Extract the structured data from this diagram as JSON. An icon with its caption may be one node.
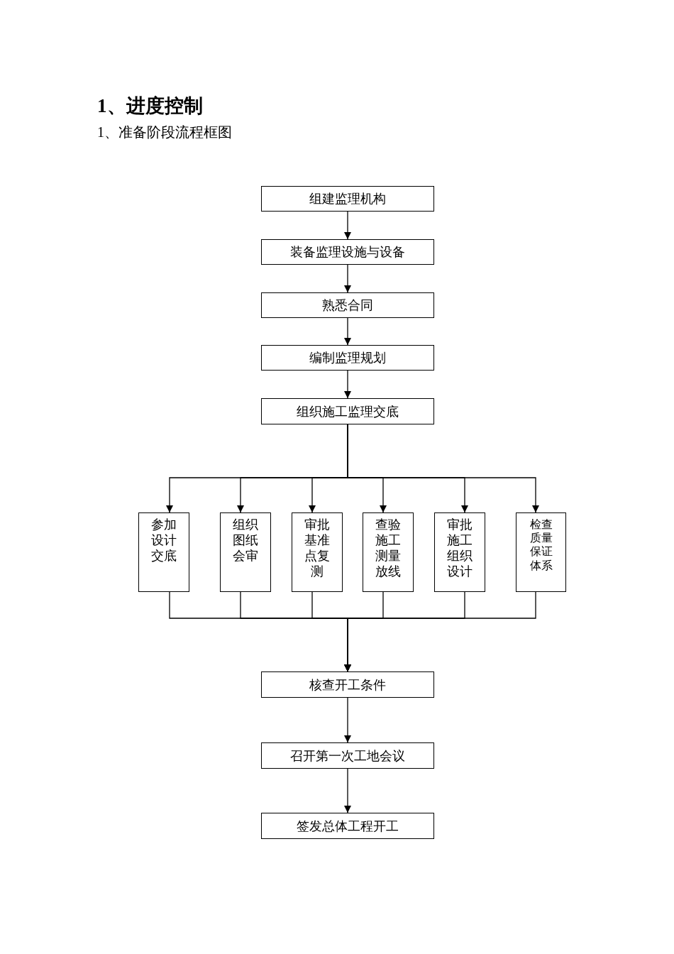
{
  "diagram": {
    "title": "1、进度控制",
    "nodes": [
      {
        "text": [
          "组建监理机构"
        ]
      },
      {
        "text": [
          "装备监理设施与设备"
        ]
      },
      {
        "text": [
          "熟悉合同"
        ]
      },
      {
        "text": [
          "编制监理规划"
        ]
      },
      {
        "text": [
          "组织施工监理交底"
        ]
      },
      {
        "text": [
          "参加设计交底"
        ]
      },
      {
        "text": [
          "组织图纸会审"
        ]
      },
      {
        "text": [
          "审批基准点复测"
        ]
      },
      {
        "text": [
          "查验施工测量放线"
        ]
      },
      {
        "text": [
          "审批施工组织设计"
        ]
      },
      {
        "text": [
          "检查质量保证体系"
        ]
      },
      {
        "text": [
          "核查开工条件"
        ]
      },
      {
        "text": [
          "召开第一次工地会议"
        ]
      },
      {
        "text": [
          "签发总体工程开工"
        ]
      }
    ],
    "edges": [
      {
        "from": 0,
        "to": 1,
        "arrow": "to"
      },
      {
        "from": 1,
        "to": 2,
        "arrow": "to"
      },
      {
        "from": 2,
        "to": 3,
        "arrow": "to"
      },
      {
        "from": 3,
        "to": 4,
        "arrow": "to"
      },
      {
        "from": 4,
        "to": 5,
        "arrow": "to"
      },
      {
        "from": 4,
        "to": 6,
        "arrow": "to"
      },
      {
        "from": 4,
        "to": 7,
        "arrow": "to"
      },
      {
        "from": 4,
        "to": 8,
        "arrow": "to"
      },
      {
        "from": 4,
        "to": 9,
        "arrow": "to"
      },
      {
        "from": 4,
        "to": 10,
        "arrow": "to"
      },
      {
        "from": 5,
        "to": 11,
        "arrow": "to"
      },
      {
        "from": 6,
        "to": 11,
        "arrow": "to"
      },
      {
        "from": 7,
        "to": 11,
        "arrow": "to"
      },
      {
        "from": 8,
        "to": 11,
        "arrow": "to"
      },
      {
        "from": 9,
        "to": 11,
        "arrow": "to"
      },
      {
        "from": 10,
        "to": 11,
        "arrow": "to"
      },
      {
        "from": 11,
        "to": 12,
        "arrow": "to"
      },
      {
        "from": 12,
        "to": 13,
        "arrow": "to"
      }
    ],
    "labels": [
      "1、准备阶段流程框图"
    ]
  }
}
